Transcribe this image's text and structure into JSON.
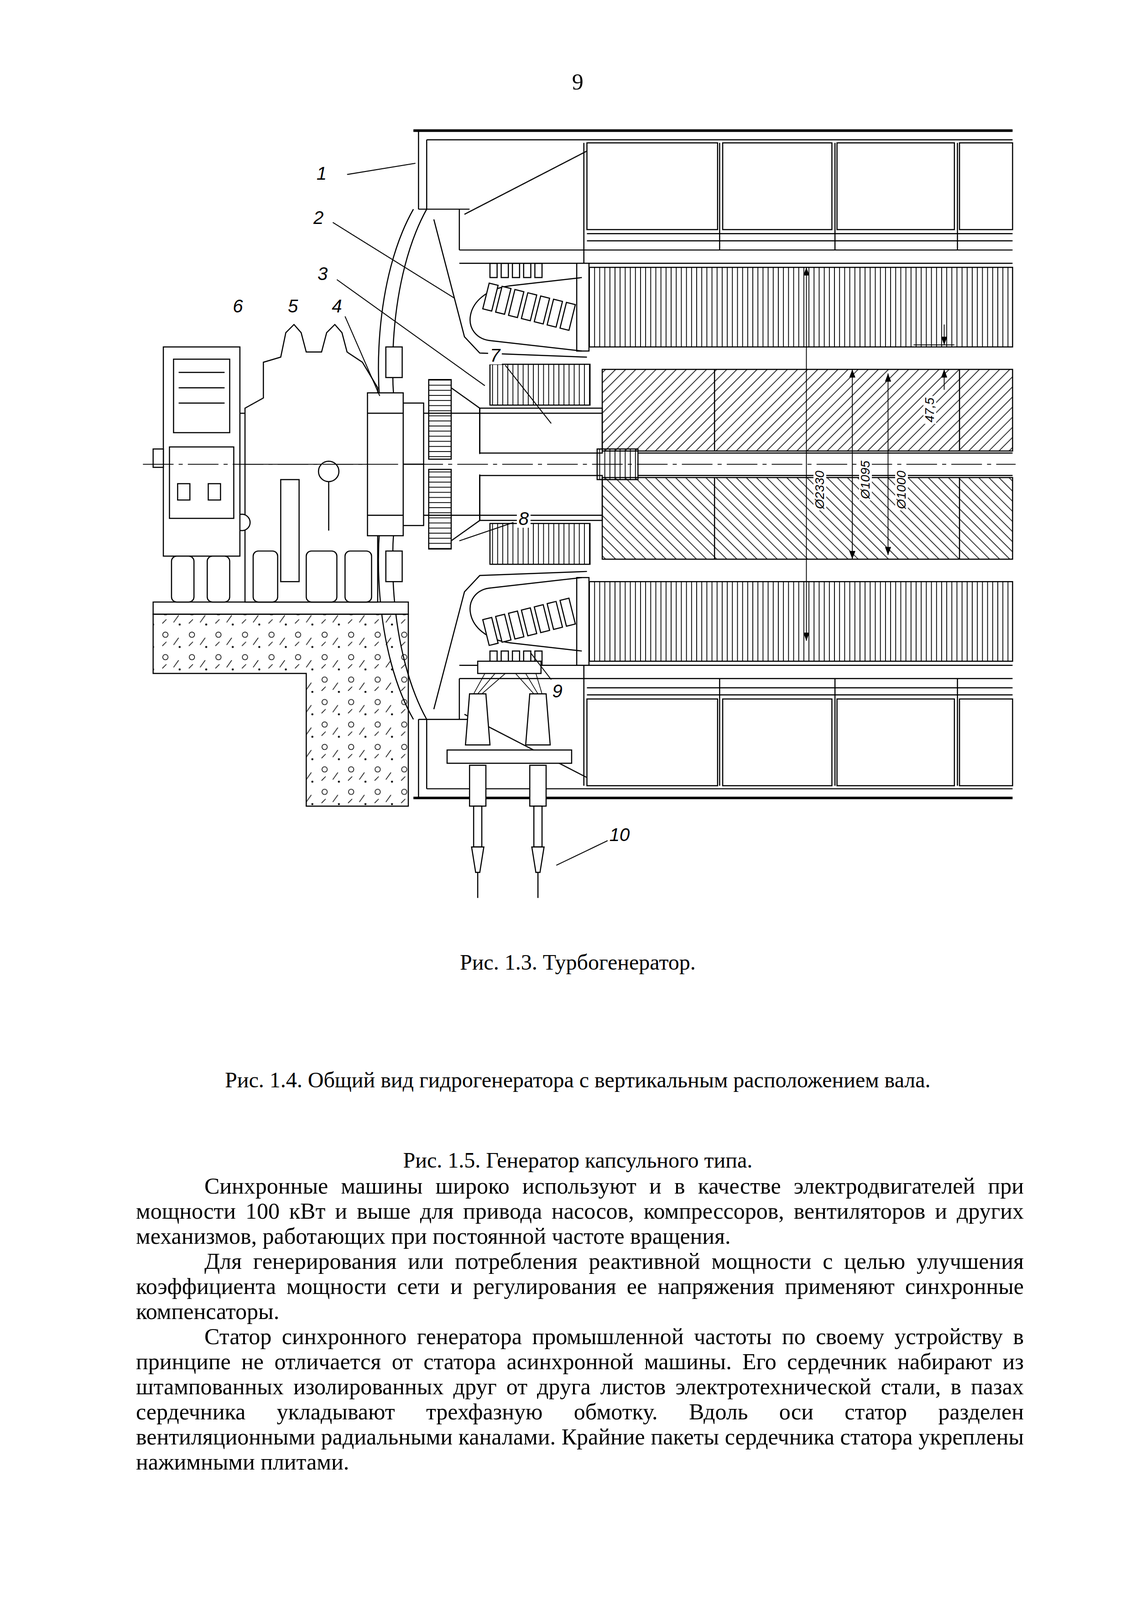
{
  "diagram": {
    "caption": "Рис. 1.3. Турбогенератор.",
    "labels": [
      "9",
      "1",
      "2",
      "3",
      "4",
      "5",
      "6",
      "7",
      "8",
      "9",
      "10",
      "Ø2330",
      "Ø1095",
      "Ø1000",
      "47,5",
      "Рис. 1.4. Общий вид гидрогенератора с вертикальным расположением вала.",
      "Рис. 1.5. Генератор капсульного типа.",
      "Синхронные машины широко используют и в качестве электродвигателей при мощности 100 кВт и выше для привода насосов, компрессоров, вентиляторов и других механизмов, работающих при постоянной частоте вращения.",
      "Для генерирования или потребления реактивной мощности с целью улучшения коэффициента мощности сети и регулирования ее напряжения применяют синхронные компенсаторы.",
      "Статор синхронного генератора промышленной частоты по своему устройству в принципе не отличается от статора асинхронной машины. Его сердечник набирают из штампованных изолированных друг от друга листов электротехнической стали, в пазах сердечника укладывают трехфазную обмотку. Вдоль оси статор разделен вентиляционными радиальными каналами. Крайние пакеты сердечника статора укреплены нажимными плитами."
    ]
  }
}
